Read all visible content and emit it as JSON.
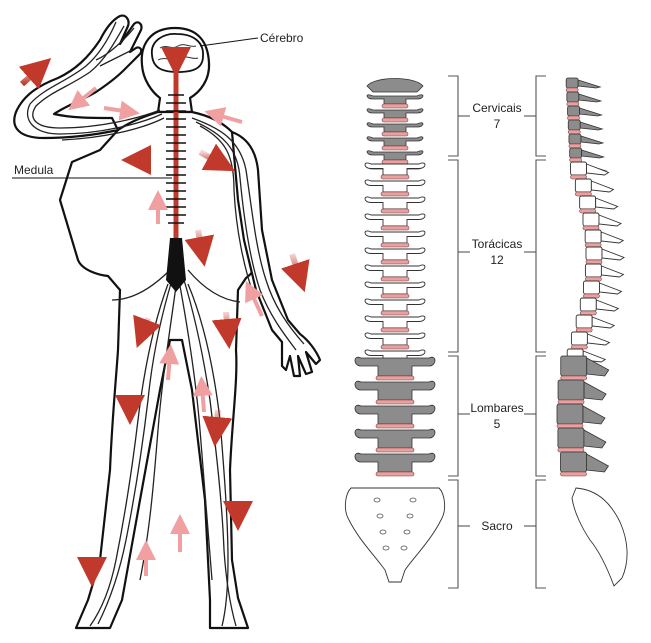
{
  "labels": {
    "brain": "Cérebro",
    "spinal_cord": "Medula"
  },
  "regions": [
    {
      "name": "Cervicais",
      "count": "7"
    },
    {
      "name": "Torácicas",
      "count": "12"
    },
    {
      "name": "Lombares",
      "count": "5"
    },
    {
      "name": "Sacro",
      "count": ""
    }
  ],
  "colors": {
    "cord": "#c0392b",
    "arrow_out": "#c0392b",
    "arrow_in": "#f0a0a0",
    "vertebra_gray": "#8c8c8c",
    "disc": "#e8a0a0"
  },
  "arrows": {
    "afferent_style": "light-pink",
    "efferent_style": "dark-red-striped"
  }
}
